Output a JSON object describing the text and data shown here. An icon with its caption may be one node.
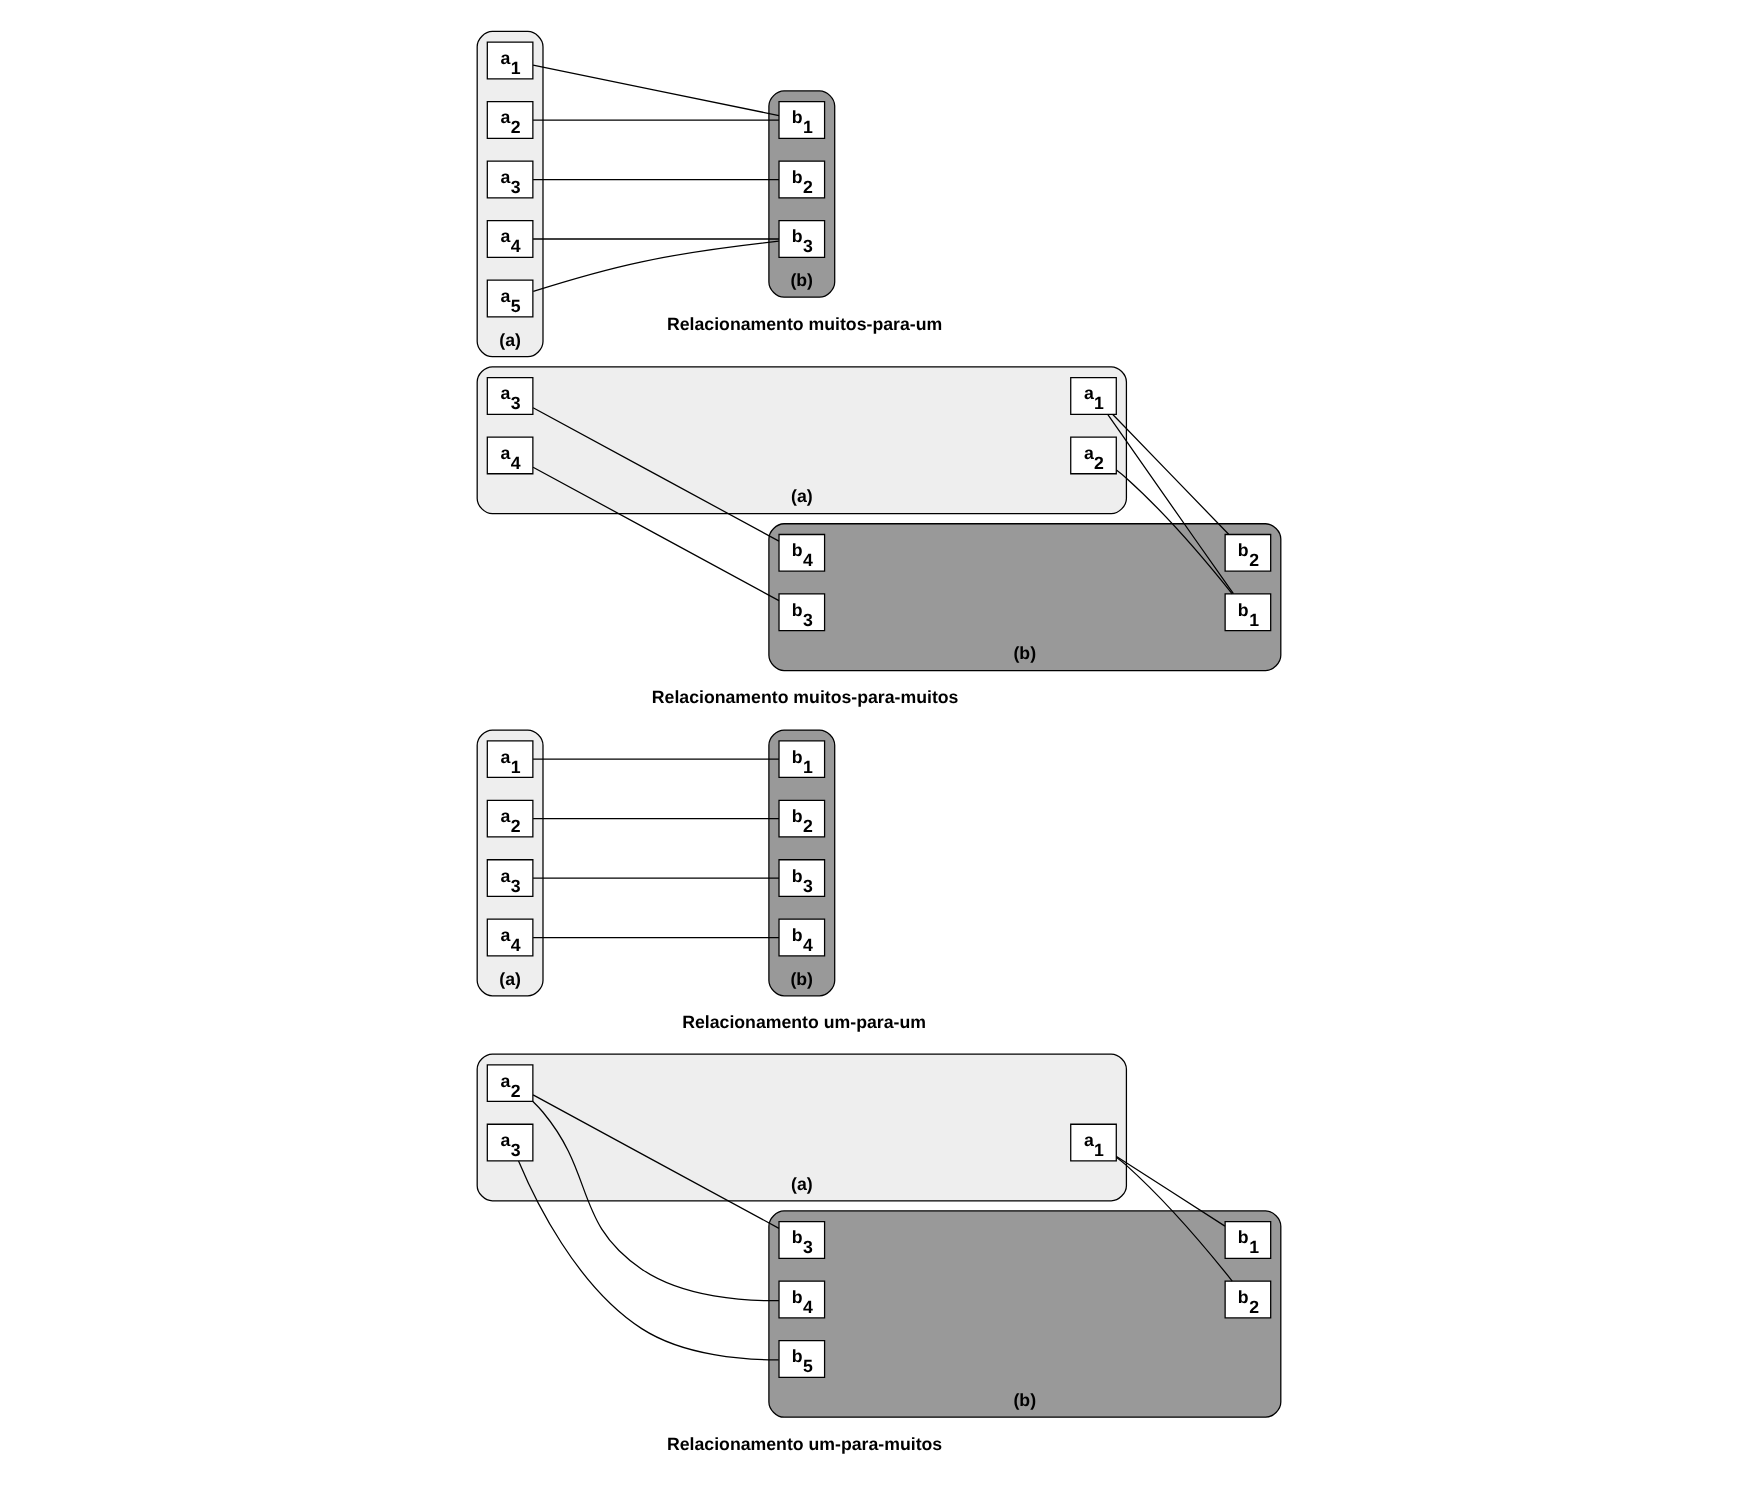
{
  "diagram": {
    "nodes": [
      {
        "text": [],
        "shape": "ellipse",
        "beside": [
          "(a)"
        ]
      },
      {
        "text": [
          "a$_{1}$"
        ],
        "in": 0
      },
      {
        "text": [
          "a$_{2}$"
        ],
        "in": 0
      },
      {
        "text": [
          "a$_{3}$"
        ],
        "in": 0
      },
      {
        "text": [
          "a$_{4}$"
        ],
        "in": 0
      },
      {
        "text": [],
        "shape": "ellipse",
        "beside": [
          "(b)"
        ]
      },
      {
        "text": [
          "b$_{1}$"
        ],
        "in": 5
      },
      {
        "text": [
          "b$_{2}$"
        ],
        "in": 5
      },
      {
        "text": [
          "b$_{3}$"
        ],
        "in": 5
      },
      {
        "text": [
          "b$_{4}$"
        ],
        "in": 5
      },
      {
        "text": [],
        "shape": "ellipse",
        "beside": [
          "(a)"
        ]
      },
      {
        "text": [
          "a$_{1}$"
        ],
        "in": 10
      },
      {
        "text": [
          "a$_{2}$"
        ],
        "in": 10
      },
      {
        "text": [
          "a$_{3}$"
        ],
        "in": 10
      },
      {
        "text": [],
        "shape": "ellipse",
        "beside": [
          "(b)"
        ]
      },
      {
        "text": [
          "b$_{1}$"
        ],
        "in": 14
      },
      {
        "text": [
          "b$_{2}$"
        ],
        "in": 14
      },
      {
        "text": [
          "b$_{3}$"
        ],
        "in": 14
      },
      {
        "text": [
          "b$_{4}$"
        ],
        "in": 14
      },
      {
        "text": [
          "b$_{5}$"
        ],
        "in": 14
      },
      {
        "text": [],
        "shape": "ellipse",
        "beside": [
          "(a)"
        ]
      },
      {
        "text": [
          "a$_{1}$"
        ],
        "in": 20
      },
      {
        "text": [
          "a$_{2}$"
        ],
        "in": 20
      },
      {
        "text": [
          "a$_{3}$"
        ],
        "in": 20
      },
      {
        "text": [
          "a$_{4}$"
        ],
        "in": 20
      },
      {
        "text": [
          "a$_{5}$"
        ],
        "in": 20
      },
      {
        "text": [],
        "shape": "ellipse",
        "beside": [
          "(b)"
        ]
      },
      {
        "text": [
          "b$_{1}$"
        ],
        "in": 26
      },
      {
        "text": [
          "b$_{2}$"
        ],
        "in": 26
      },
      {
        "text": [
          "b$_{3}$"
        ],
        "in": 26
      },
      {
        "text": [],
        "shape": "ellipse",
        "beside": [
          "(a)"
        ]
      },
      {
        "text": [
          "a$_{1}$"
        ],
        "in": 30
      },
      {
        "text": [
          "a$_{2}$"
        ],
        "in": 30
      },
      {
        "text": [
          "a$_{3}$"
        ],
        "in": 30
      },
      {
        "text": [
          "a$_{4}$"
        ],
        "in": 30
      },
      {
        "text": [],
        "shape": "ellipse",
        "beside": [
          "(b)"
        ]
      },
      {
        "text": [
          "b$_{1}$"
        ],
        "in": 35
      },
      {
        "text": [
          "b$_{2}$"
        ],
        "in": 35
      },
      {
        "text": [
          "b$_{3}$"
        ],
        "in": 35
      },
      {
        "text": [
          "b$_{4}$"
        ],
        "in": 35
      }
    ],
    "edges": [
      {
        "from": 1,
        "to": 6,
        "arrow": "none"
      },
      {
        "from": 2,
        "to": 7,
        "arrow": "none"
      },
      {
        "from": 3,
        "to": 8,
        "arrow": "none"
      },
      {
        "from": 4,
        "to": 9,
        "arrow": "none"
      },
      {
        "from": 11,
        "to": 15,
        "arrow": "none"
      },
      {
        "from": 11,
        "to": 16,
        "arrow": "none"
      },
      {
        "from": 12,
        "to": 17,
        "arrow": "none"
      },
      {
        "from": 12,
        "to": 18,
        "arrow": "none"
      },
      {
        "from": 13,
        "to": 19,
        "arrow": "none"
      },
      {
        "from": 21,
        "to": 27,
        "arrow": "none"
      },
      {
        "from": 22,
        "to": 27,
        "arrow": "none"
      },
      {
        "from": 23,
        "to": 28,
        "arrow": "none"
      },
      {
        "from": 24,
        "to": 29,
        "arrow": "none"
      },
      {
        "from": 25,
        "to": 29,
        "arrow": "none"
      },
      {
        "from": 31,
        "to": 36,
        "arrow": "none"
      },
      {
        "from": 31,
        "to": 37,
        "arrow": "none"
      },
      {
        "from": 32,
        "to": 36,
        "arrow": "none"
      },
      {
        "from": 33,
        "to": 39,
        "arrow": "none"
      },
      {
        "from": 34,
        "to": 38,
        "arrow": "none"
      }
    ],
    "labels": [
      "Relacionamento um-para-um",
      "Relacionamento um-para-muitos",
      "Relacionamento muitos-para-um",
      "Relacionamento muitos-para-muitos"
    ]
  }
}
